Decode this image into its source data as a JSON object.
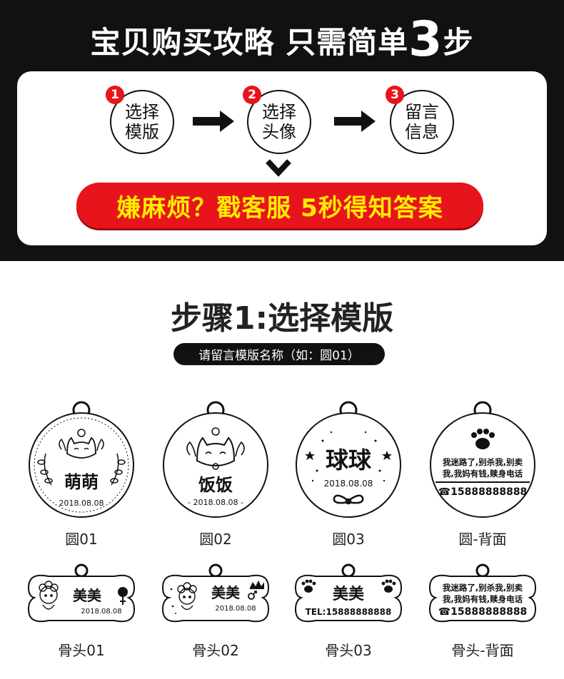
{
  "header": {
    "title_prefix": "宝贝购买攻略 只需简单",
    "title_number": "3",
    "title_suffix": "步"
  },
  "steps": [
    {
      "number": "1",
      "line1": "选择",
      "line2": "模版"
    },
    {
      "number": "2",
      "line1": "选择",
      "line2": "头像"
    },
    {
      "number": "3",
      "line1": "留言",
      "line2": "信息"
    }
  ],
  "help_banner": "嫌麻烦？戳客服 5秒得知答案",
  "step1": {
    "heading": "步骤1:选择模版",
    "hint": "请留言模版名称（如：圆01）"
  },
  "templates": [
    {
      "label": "圆01",
      "pet_name": "萌萌",
      "date": "2018.08.08"
    },
    {
      "label": "圆02",
      "pet_name": "饭饭",
      "date": "- 2018.08.08 -"
    },
    {
      "label": "圆03",
      "pet_name": "球球",
      "date": "2018.08.08"
    },
    {
      "label": "圆-背面",
      "msg_line1": "我迷路了,别杀我,别卖",
      "msg_line2": "我,我妈有钱,赎身电话",
      "phone": "☎15888888888"
    },
    {
      "label": "骨头01",
      "pet_name": "美美",
      "date": "2018.08.08"
    },
    {
      "label": "骨头02",
      "pet_name": "美美",
      "date": "2018.08.08"
    },
    {
      "label": "骨头03",
      "pet_name": "美美",
      "phone": "TEL:15888888888"
    },
    {
      "label": "骨头-背面",
      "msg_line1": "我迷路了,别杀我,别卖",
      "msg_line2": "我,我妈有钱,赎身电话",
      "phone": "☎15888888888"
    }
  ]
}
